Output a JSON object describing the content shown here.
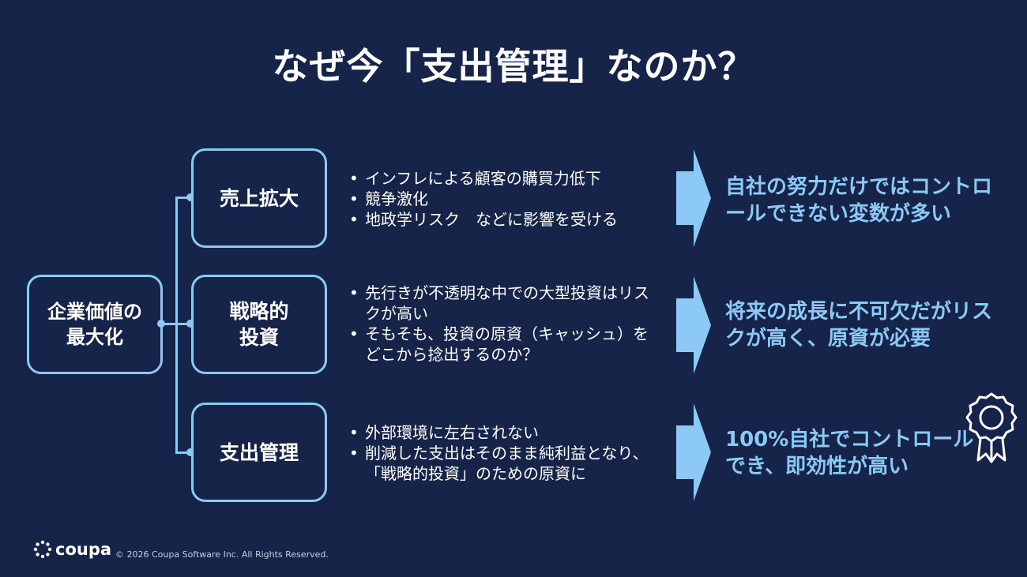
{
  "title": "なぜ今「支出管理」なのか？",
  "root": {
    "line1": "企業価値の",
    "line2": "最大化"
  },
  "rows": [
    {
      "category_line1": "売上拡大",
      "category_line2": "",
      "bullets": [
        "インフレによる顧客の購買力低下",
        "競争激化",
        "地政学リスク　などに影響を受ける"
      ],
      "result": "自社の努力だけではコントロールできない変数が多い"
    },
    {
      "category_line1": "戦略的",
      "category_line2": "投資",
      "bullets": [
        "先行きが不透明な中での大型投資はリスクが高い",
        "そもそも、投資の原資（キャッシュ）をどこから捻出するのか？"
      ],
      "result": "将来の成長に不可欠だがリスクが高く、原資が必要"
    },
    {
      "category_line1": "支出管理",
      "category_line2": "",
      "bullets": [
        "外部環境に左右されない",
        "削減した支出はそのまま純利益となり、「戦略的投資」のための原資に"
      ],
      "result": "100%自社でコントロールでき、即効性が高い"
    }
  ],
  "icons": {
    "award": "award-ribbon-icon",
    "logo": "coupa-logo-icon"
  },
  "footer": {
    "logo_text": "coupa",
    "copyright": "© 2026 Coupa Software Inc. All Rights Reserved."
  },
  "colors": {
    "background": "#16244a",
    "accent": "#8cc9f5",
    "text": "#ffffff"
  }
}
